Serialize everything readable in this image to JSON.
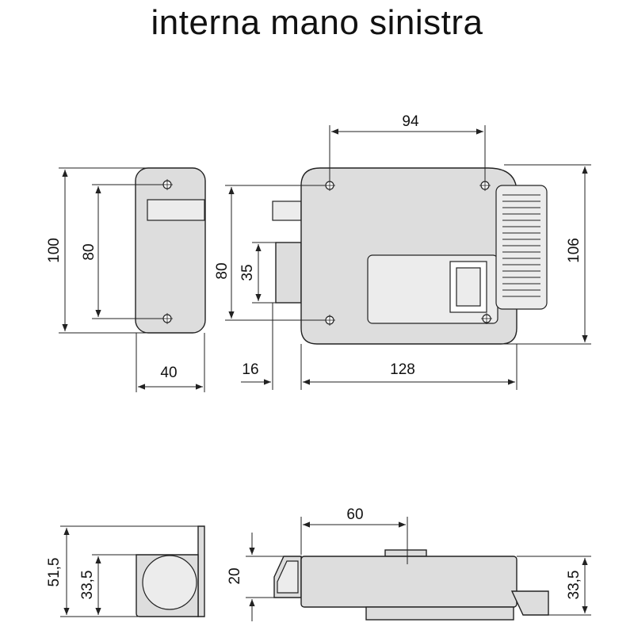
{
  "title": "interna mano sinistra",
  "colors": {
    "body": "#dddddd",
    "line": "#222222",
    "background": "#ffffff"
  },
  "dimensions": {
    "front_top_span": "94",
    "height_left_total": "100",
    "height_left_holes": "80",
    "height_mid_holes": "80",
    "bolt_height": "35",
    "height_right": "106",
    "strike_width": "40",
    "bolt_projection": "16",
    "body_width": "128",
    "side_height_total": "51,5",
    "side_height_inner": "33,5",
    "side_offset": "60",
    "side_bolt_height": "20",
    "side_body_height": "33,5"
  }
}
